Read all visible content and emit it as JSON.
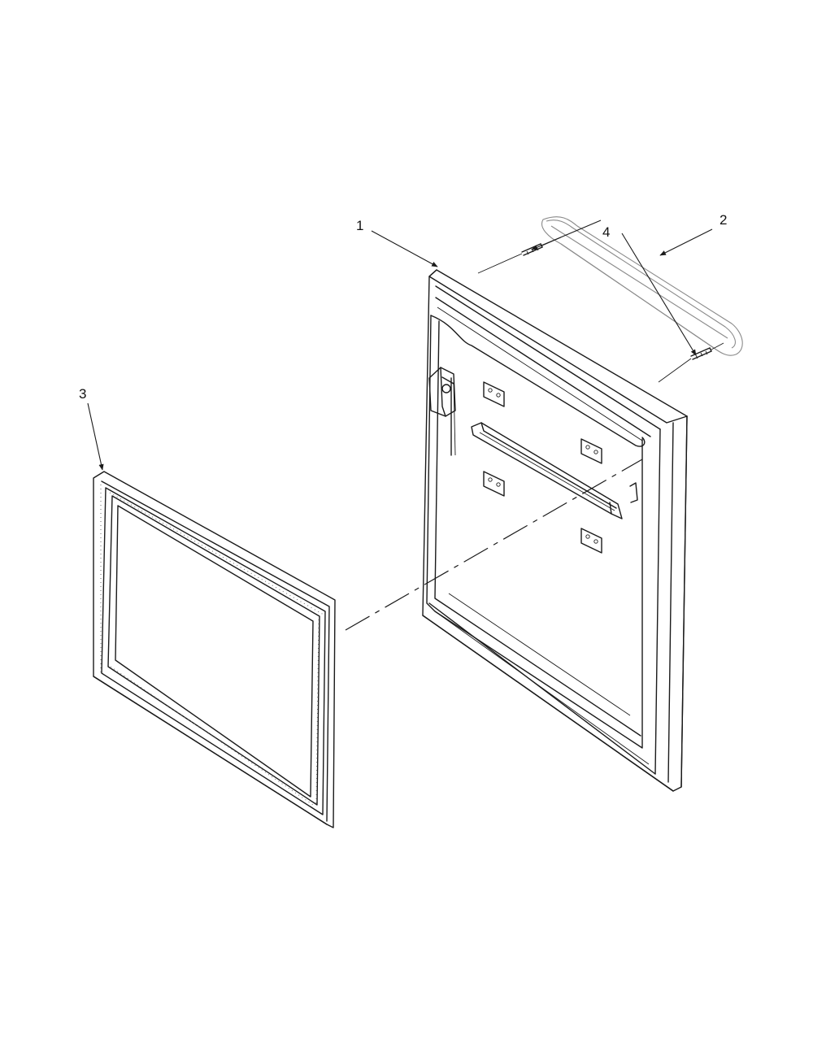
{
  "callouts": [
    {
      "id": "door",
      "label": "1"
    },
    {
      "id": "handle",
      "label": "2"
    },
    {
      "id": "gasket",
      "label": "3"
    },
    {
      "id": "screw",
      "label": "4"
    }
  ],
  "colors": {
    "line": "#1a1a1a",
    "faint": "#8a8a8a",
    "background": "#ffffff"
  }
}
